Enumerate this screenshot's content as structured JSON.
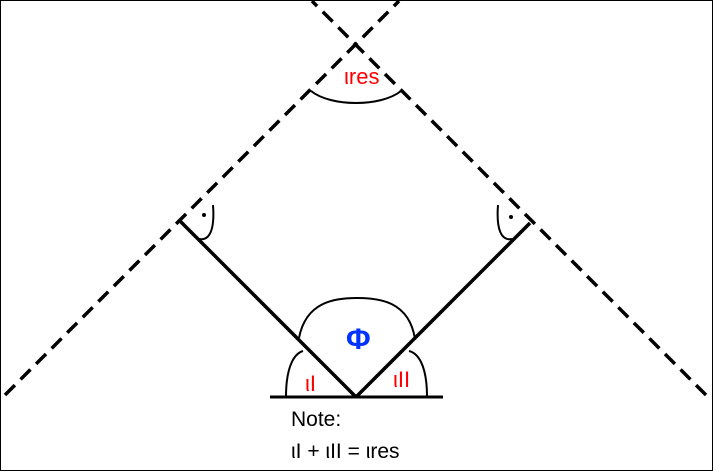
{
  "labels": {
    "resultant": "ιres",
    "phi": "Φ",
    "angle_one": "ιI",
    "angle_two": "ιII",
    "note_title": "Note:",
    "note_formula": "ιI +  ιII =  ιres"
  },
  "colors": {
    "angle_labels": "#ff0000",
    "phi": "#0033ff",
    "lines": "#000000"
  }
}
